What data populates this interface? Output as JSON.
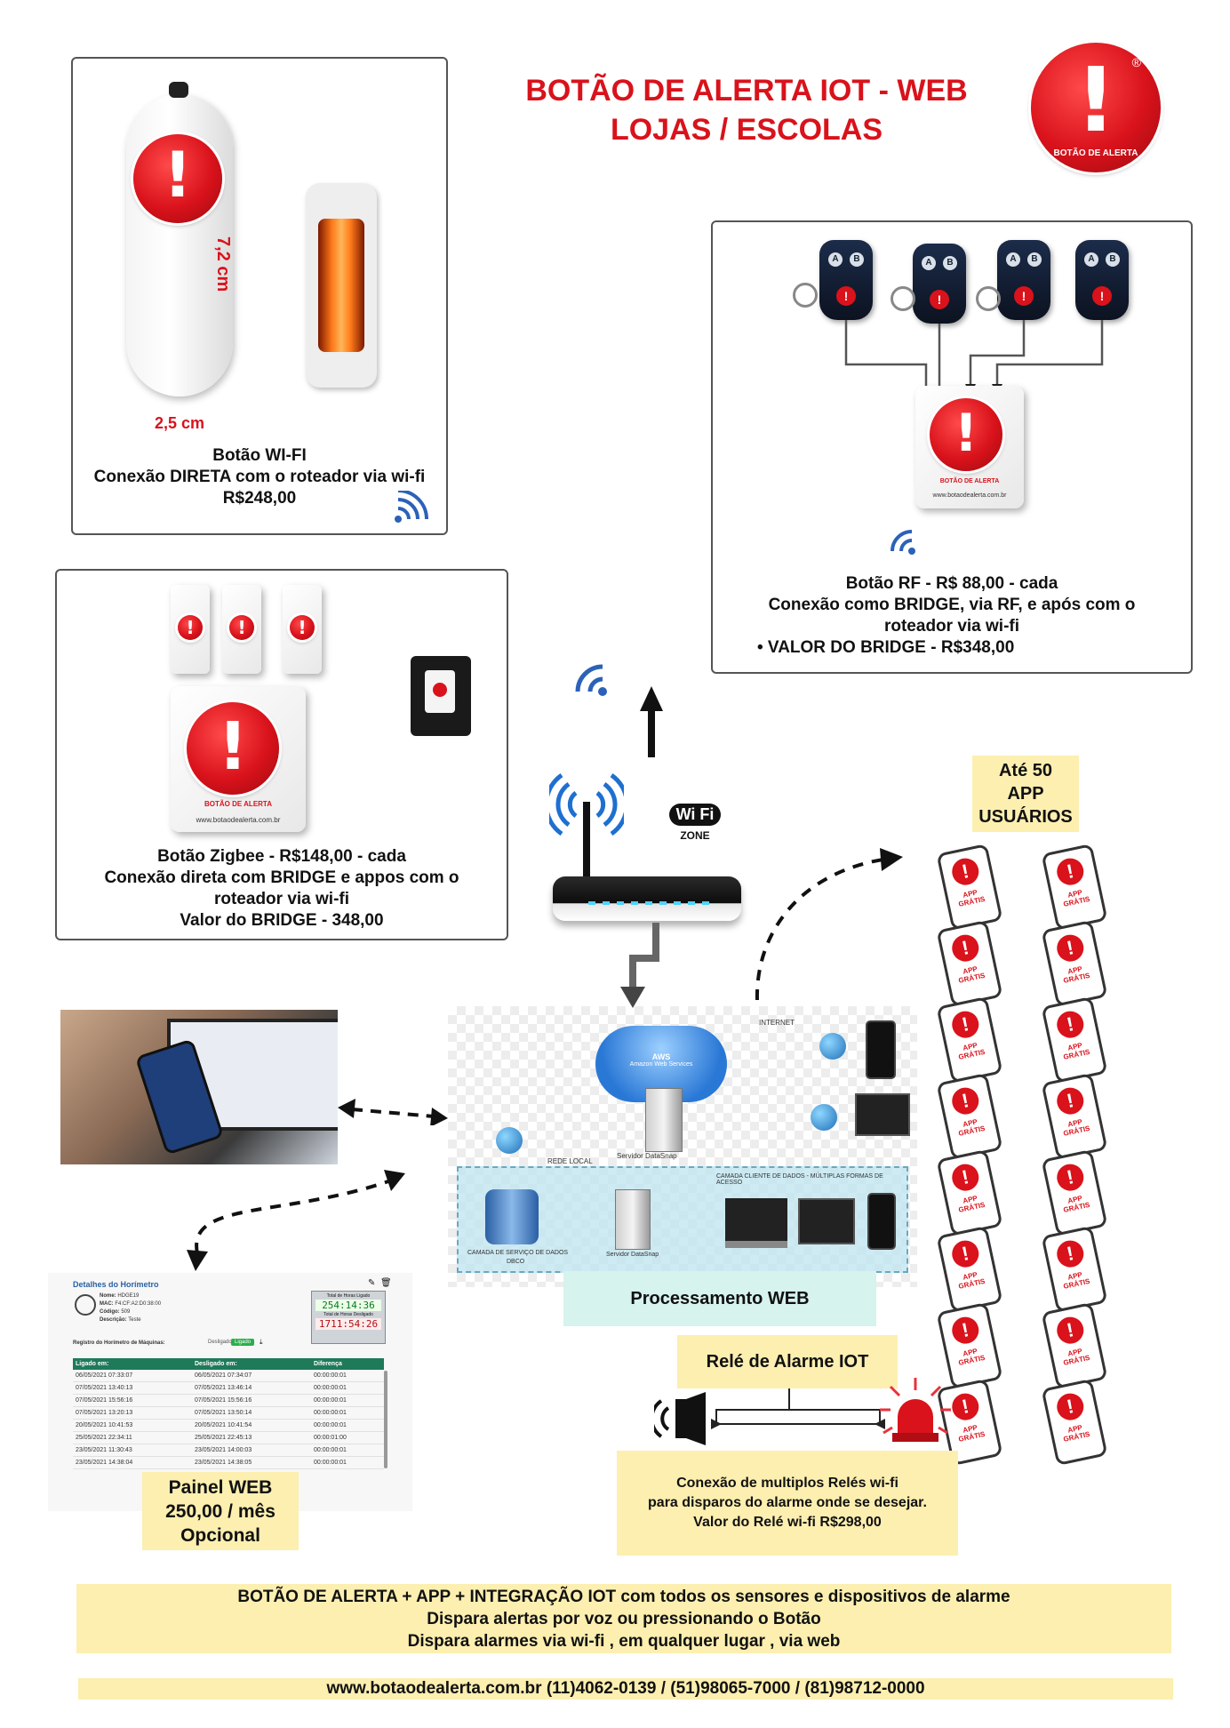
{
  "header": {
    "title_line1": "BOTÃO DE ALERTA IOT - WEB",
    "title_line2": "LOJAS / ESCOLAS",
    "logo_text": "BOTÃO DE ALERTA",
    "logo_mark": "!",
    "logo_registered": "®"
  },
  "wifi_button": {
    "height_label": "7,2 cm",
    "width_label": "2,5 cm",
    "line1": "Botão WI-FI",
    "line2": "Conexão DIRETA com o roteador via wi-fi",
    "line3": "R$248,00",
    "icon": "wireless-signal-icon"
  },
  "rf_button": {
    "remote_keys": [
      "A",
      "B"
    ],
    "bridge_brand": "BOTÃO DE ALERTA",
    "bridge_url": "www.botaodealerta.com.br",
    "line1": "Botão RF - R$ 88,00  - cada",
    "line2": "Conexão como  BRIDGE, via RF, e após com o",
    "line3": "roteador via wi-fi",
    "line4": "• VALOR DO BRIDGE - R$348,00"
  },
  "zigbee_button": {
    "bridge_brand": "BOTÃO DE ALERTA",
    "bridge_url": "www.botaodealerta.com.br",
    "line1": "Botão Zigbee - R$148,00  - cada",
    "line2": "Conexão direta com BRIDGE e appos com o",
    "line3": "roteador via wi-fi",
    "line4": "Valor do BRIDGE - 348,00"
  },
  "router": {
    "wifi_badge": "Wi Fi",
    "wifi_zone": "ZONE"
  },
  "app_users": {
    "line1": "Até 50",
    "line2": "APP",
    "line3": "USUÁRIOS",
    "phone_label": "APP GRÁTIS",
    "phone_mark": "!"
  },
  "network_diagram": {
    "internet_label": "INTERNET",
    "cloud_label": "AWS",
    "cloud_sub": "Amazon Web Services",
    "server_label": "Servidor DataSnap",
    "lan_label": "REDE LOCAL",
    "client_layer": "CAMADA CLIENTE DE DADOS - MÚLTIPLAS FORMAS DE ACESSO",
    "db_label": "CAMADA DE SERVIÇO DE DADOS",
    "db_sub": "DBCO",
    "local_server_label": "Servidor DataSnap",
    "caption": "Processamento WEB"
  },
  "relay": {
    "title": "Relé  de Alarme IOT",
    "line1": "Conexão de multiplos Relés wi-fi",
    "line2": "para disparos do alarme onde se desejar.",
    "line3": "Valor do Relé wi-fi R$298,00"
  },
  "panel": {
    "heading": "Detalhes do Horímetro",
    "name_label": "Nome:",
    "name_value": "HDGE19",
    "mac_label": "MAC:",
    "mac_value": "F4:CF:A2:D0:38:00",
    "code_label": "Código:",
    "code_value": "509",
    "desc_label": "Descrição:",
    "desc_value": "Teste",
    "total_on_label": "Total de Horas Ligado",
    "total_on_value": "254:14:36",
    "total_off_label": "Total de Horas Desligado",
    "total_off_value": "1711:54:26",
    "registry_label": "Registro do Horímetro de Máquinas:",
    "filter_off": "Desligado",
    "filter_on": "Ligado",
    "columns": [
      "Ligado em:",
      "Desligado em:",
      "Diferença"
    ],
    "rows": [
      [
        "06/05/2021 07:33:07",
        "06/05/2021 07:34:07",
        "00:00:00:01"
      ],
      [
        "07/05/2021 13:40:13",
        "07/05/2021 13:46:14",
        "00:00:00:01"
      ],
      [
        "07/05/2021 15:56:16",
        "07/05/2021 15:56:16",
        "00:00:00:01"
      ],
      [
        "07/05/2021 13:20:13",
        "07/05/2021 13:50:14",
        "00:00:00:01"
      ],
      [
        "20/05/2021 10:41:53",
        "20/05/2021 10:41:54",
        "00:00:00:01"
      ],
      [
        "25/05/2021 22:34:11",
        "25/05/2021 22:45:13",
        "00:00:01:00"
      ],
      [
        "23/05/2021 11:30:43",
        "23/05/2021 14:00:03",
        "00:00:00:01"
      ],
      [
        "23/05/2021 14:38:04",
        "23/05/2021 14:38:05",
        "00:00:00:01"
      ]
    ],
    "caption_line1": "Painel WEB",
    "caption_line2": "250,00 /  mês",
    "caption_line3": "Opcional"
  },
  "footer": {
    "line1": "BOTÃO DE ALERTA + APP +  INTEGRAÇÃO IOT com todos os sensores e dispositivos de alarme",
    "line2": "Dispara alertas por voz ou pressionando o Botão",
    "line3": "Dispara alarmes via wi-fi , em qualquer lugar , via web",
    "contact": "www.botaodealerta.com.br  (11)4062-0139  / (51)98065-7000 / (81)98712-0000"
  },
  "colors": {
    "brand_red": "#d9121b",
    "highlight_yellow": "#fcefb0",
    "caption_teal": "#d6f3ee"
  }
}
